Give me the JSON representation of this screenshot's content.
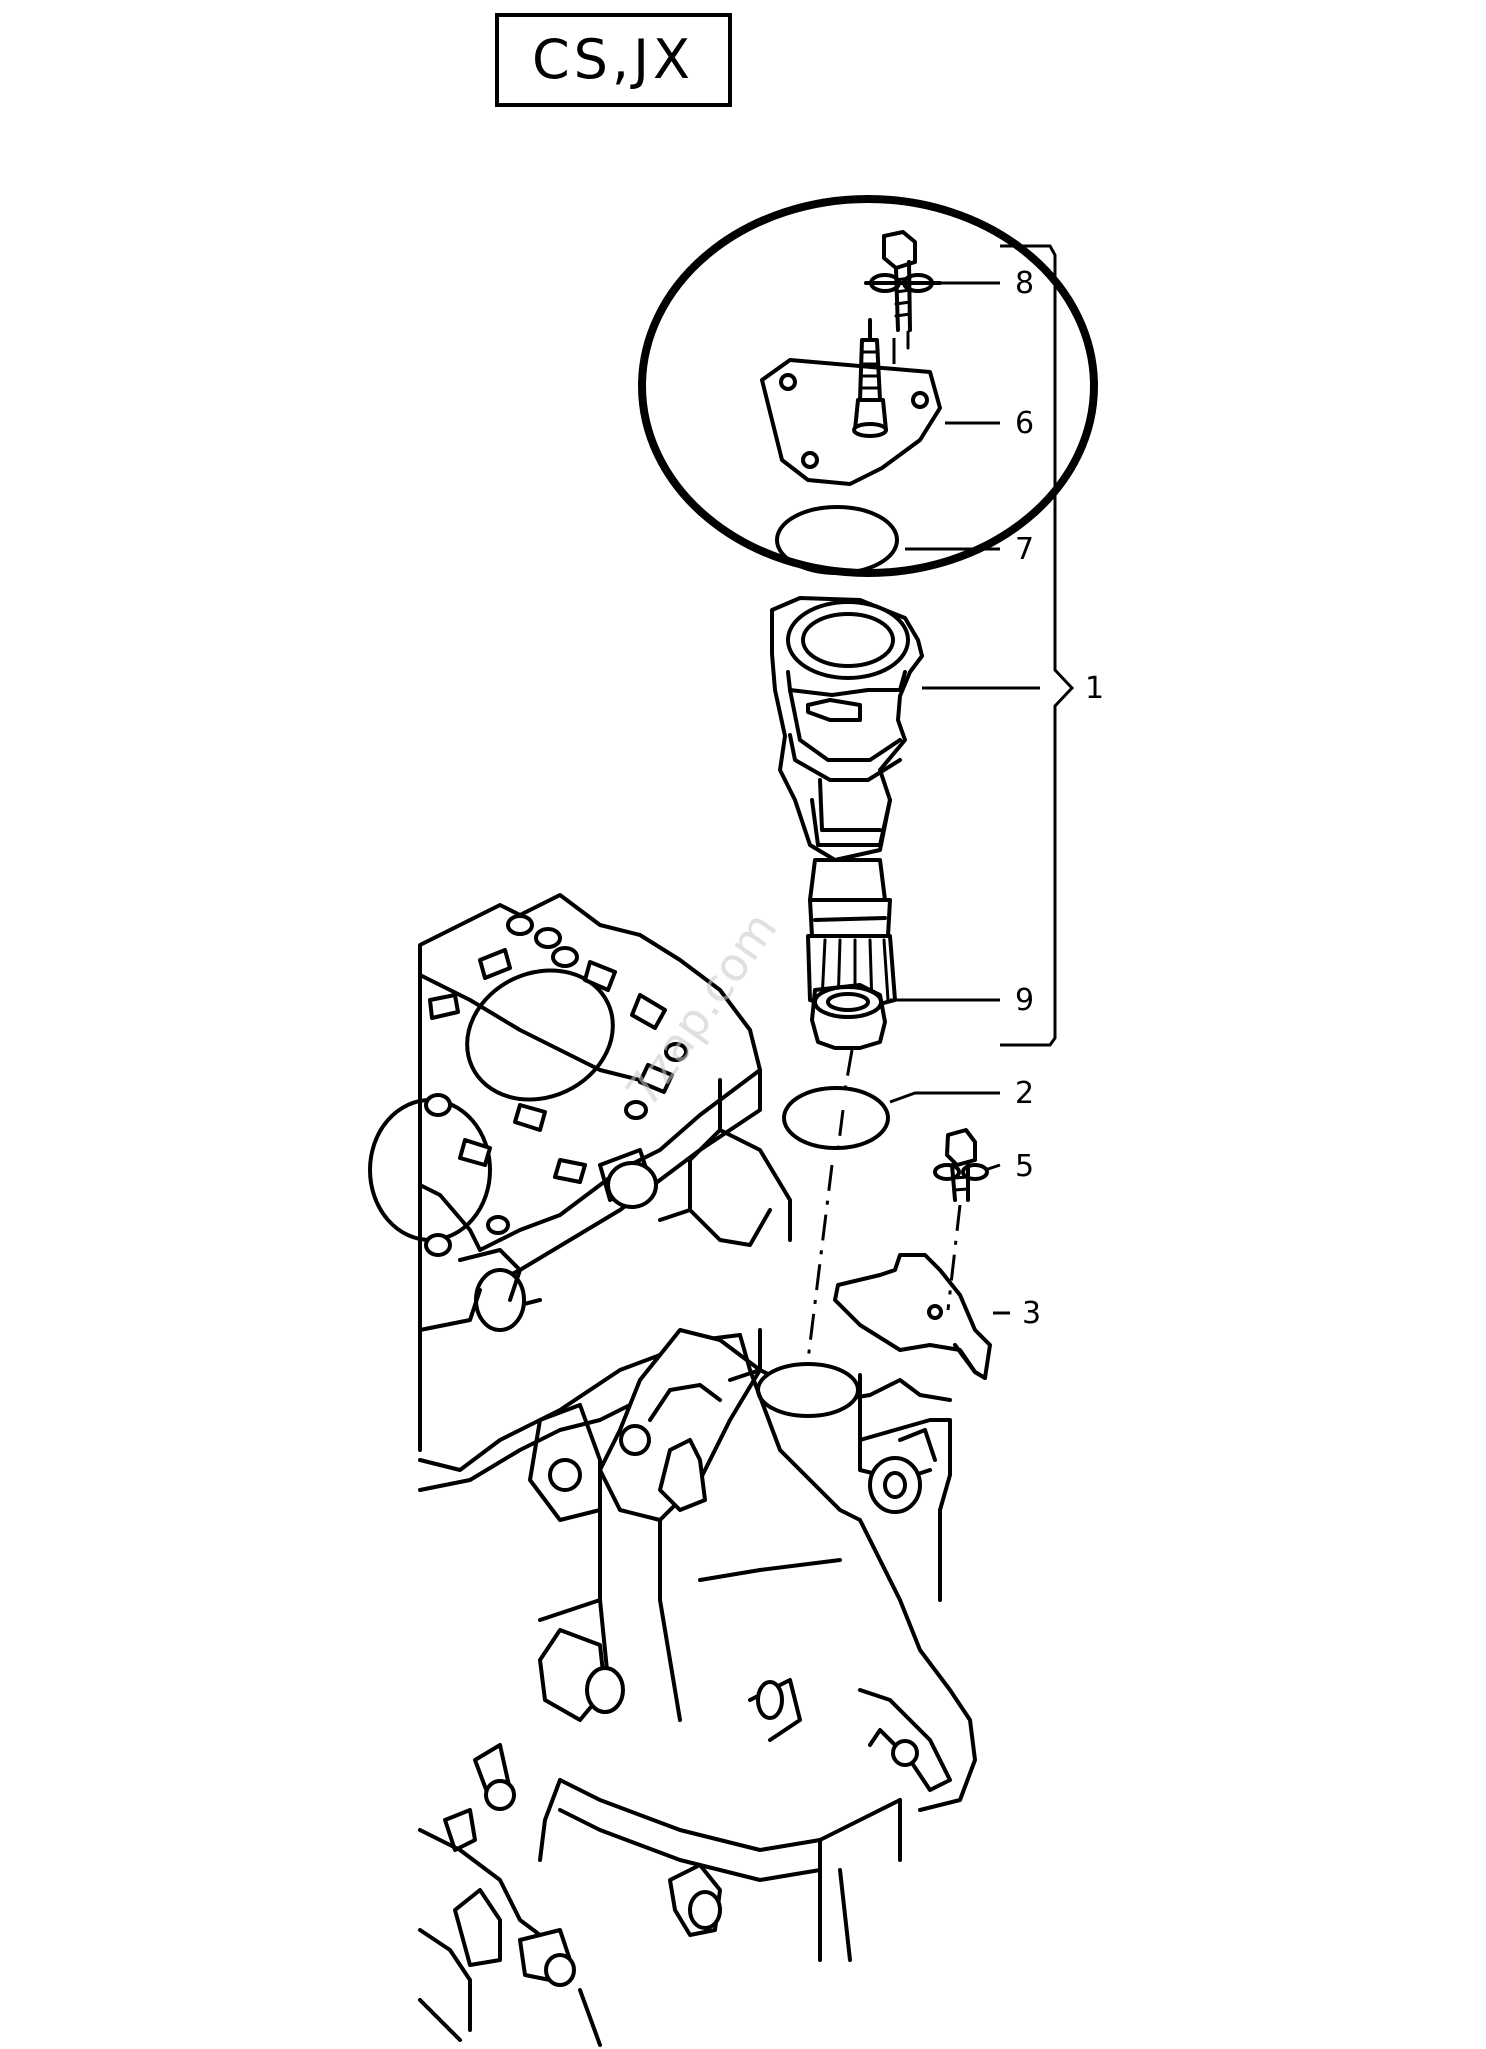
{
  "variant_label": "CS,JX",
  "watermark": "7zap.com",
  "callouts": [
    {
      "id": "8",
      "label": "8"
    },
    {
      "id": "6",
      "label": "6"
    },
    {
      "id": "7",
      "label": "7"
    },
    {
      "id": "1",
      "label": "1"
    },
    {
      "id": "9",
      "label": "9"
    },
    {
      "id": "2",
      "label": "2"
    },
    {
      "id": "5",
      "label": "5"
    },
    {
      "id": "3",
      "label": "3"
    }
  ],
  "highlight": {
    "color": "#000000"
  },
  "colors": {
    "line": "#000000",
    "background": "#ffffff",
    "watermark": "#c8c8c8"
  }
}
